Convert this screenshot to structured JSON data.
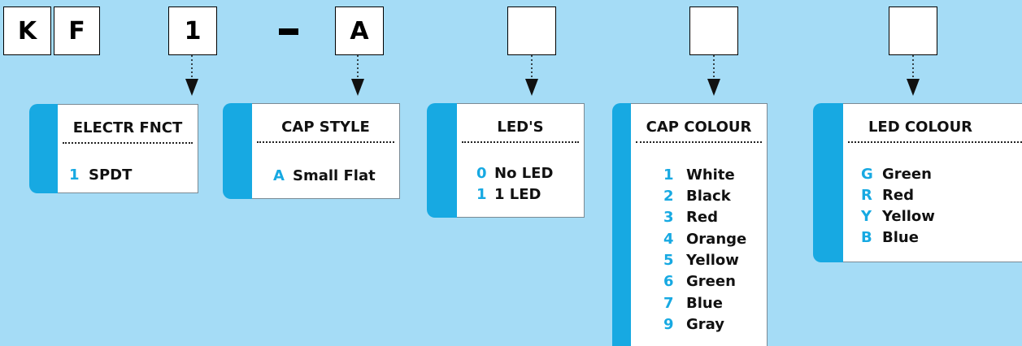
{
  "code": {
    "chars": [
      "K",
      "F",
      "1",
      "A"
    ],
    "separator": "-"
  },
  "colors": {
    "background": "#a5dcf6",
    "accent": "#17a9e2",
    "card": "#ffffff"
  },
  "panels": [
    {
      "title": "ELECTR FNCT",
      "options": [
        {
          "key": "1",
          "label": "SPDT"
        }
      ]
    },
    {
      "title": "CAP STYLE",
      "options": [
        {
          "key": "A",
          "label": "Small Flat"
        }
      ]
    },
    {
      "title": "LED'S",
      "options": [
        {
          "key": "0",
          "label": "No LED"
        },
        {
          "key": "1",
          "label": "1 LED"
        }
      ]
    },
    {
      "title": "CAP COLOUR",
      "options": [
        {
          "key": "1",
          "label": "White"
        },
        {
          "key": "2",
          "label": "Black"
        },
        {
          "key": "3",
          "label": "Red"
        },
        {
          "key": "4",
          "label": "Orange"
        },
        {
          "key": "5",
          "label": "Yellow"
        },
        {
          "key": "6",
          "label": "Green"
        },
        {
          "key": "7",
          "label": "Blue"
        },
        {
          "key": "9",
          "label": "Gray"
        }
      ]
    },
    {
      "title": "LED COLOUR",
      "options": [
        {
          "key": "G",
          "label": "Green"
        },
        {
          "key": "R",
          "label": "Red"
        },
        {
          "key": "Y",
          "label": "Yellow"
        },
        {
          "key": "B",
          "label": "Blue"
        }
      ]
    }
  ]
}
